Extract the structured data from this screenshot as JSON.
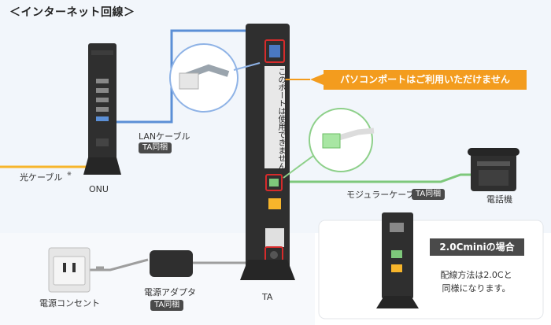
{
  "title": "＜インターネット回線＞",
  "callout": "パソコンポートはご利用いただけません",
  "notice_vertical": "このポートは使用できません",
  "labels": {
    "lan_cable": "LANケーブル",
    "lan_badge": "TA同梱",
    "hikari_cable": "光ケーブル",
    "hikari_mark": "※",
    "onu": "ONU",
    "modular_cable": "モジュラーケーブル",
    "modular_badge": "TA同梱",
    "telephone": "電話機",
    "outlet": "電源コンセント",
    "adapter": "電源アダプタ",
    "adapter_badge": "TA同梱",
    "ta": "TA"
  },
  "mini": {
    "title": "2.0Cminiの場合",
    "line1": "配線方法は2.0Cと",
    "line2": "同様になります。"
  },
  "colors": {
    "lan_cable": "#5b8fd6",
    "fiber_cable": "#f7b52b",
    "modular_cable": "#7ec87b",
    "power_cable": "#9e9e9e",
    "highlight": "#d62b2b",
    "callout": "#f39c1e",
    "device": "#2f2f2f"
  }
}
